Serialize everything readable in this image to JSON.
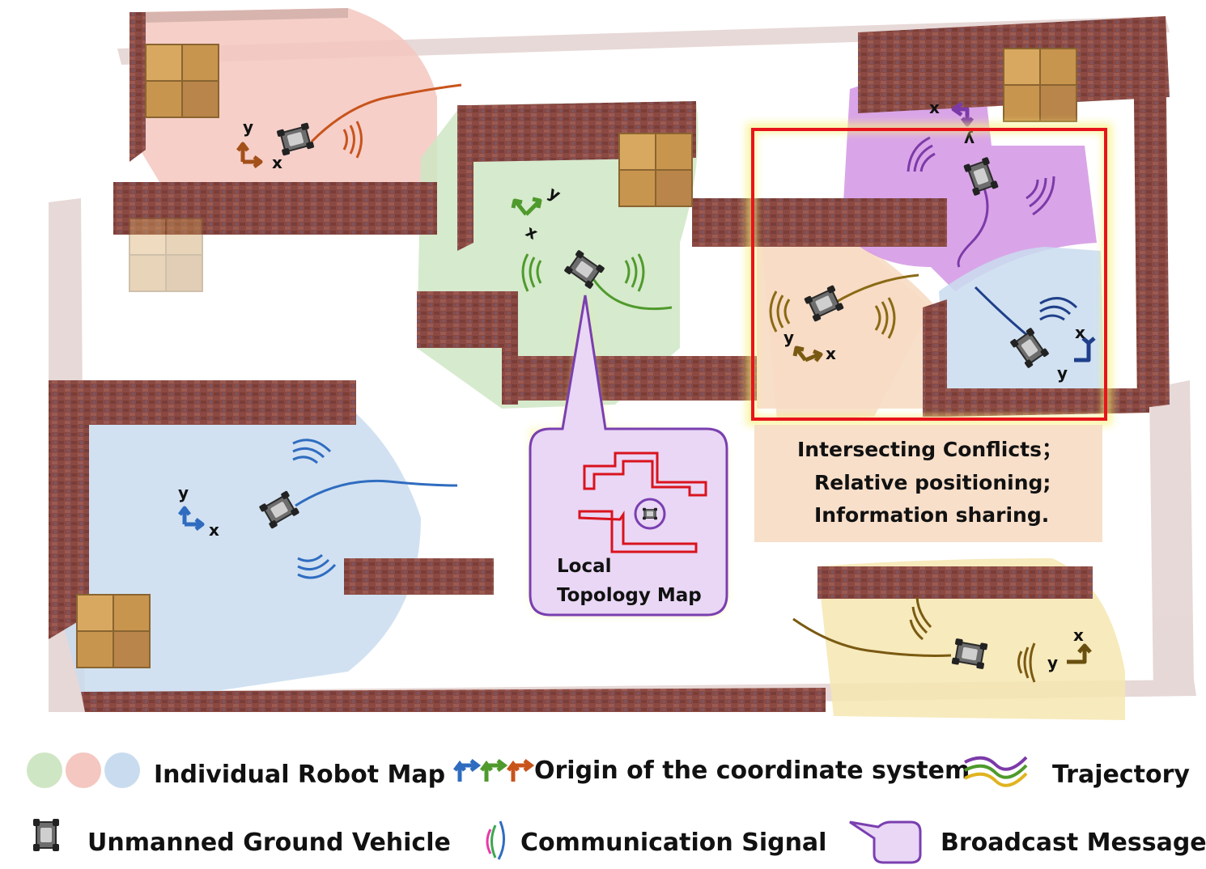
{
  "colors": {
    "green_map": "#cfe6c4",
    "red_map": "#f4c7c0",
    "blue_map": "#c9dcef",
    "purple_map": "#d59be6",
    "orange_map": "#f7dcc4",
    "yellow_map": "#f6e6b0",
    "conflict_box": "#e8141b",
    "callout_fill": "#e9d7f5",
    "callout_stroke": "#7a3fb0",
    "topology_line": "#d9131d",
    "wall": "#8a4a43"
  },
  "robots": {
    "top_left": {
      "axis_x": "x",
      "axis_y": "y",
      "color": "#a3501a"
    },
    "center": {
      "axis_x": "x",
      "axis_y": "y",
      "color": "#4f9a2c"
    },
    "bottom_left": {
      "axis_x": "x",
      "axis_y": "y",
      "color": "#2f6cc0"
    },
    "top_right": {
      "axis_x": "x",
      "axis_y": "y",
      "color": "#7c3aa8"
    },
    "middle_right": {
      "axis_x": "x",
      "axis_y": "y",
      "color": "#7a5a12"
    },
    "right": {
      "axis_x": "x",
      "axis_y": "y",
      "color": "#1f3f8a"
    },
    "bottom_right": {
      "axis_x": "x",
      "axis_y": "y",
      "color": "#6a5010"
    }
  },
  "callout": {
    "title_line1": "Local",
    "title_line2": "Topology Map"
  },
  "conflict_info": {
    "line1": "Intersecting Conflicts；",
    "line2": "Relative positioning;",
    "line3": "Information sharing."
  },
  "legend": {
    "individual_robot_map": "Individual Robot Map",
    "origin": "Origin of the coordinate system",
    "trajectory": "Trajectory",
    "ugv": "Unmanned Ground Vehicle",
    "signal": "Communication Signal",
    "broadcast": "Broadcast Message"
  }
}
